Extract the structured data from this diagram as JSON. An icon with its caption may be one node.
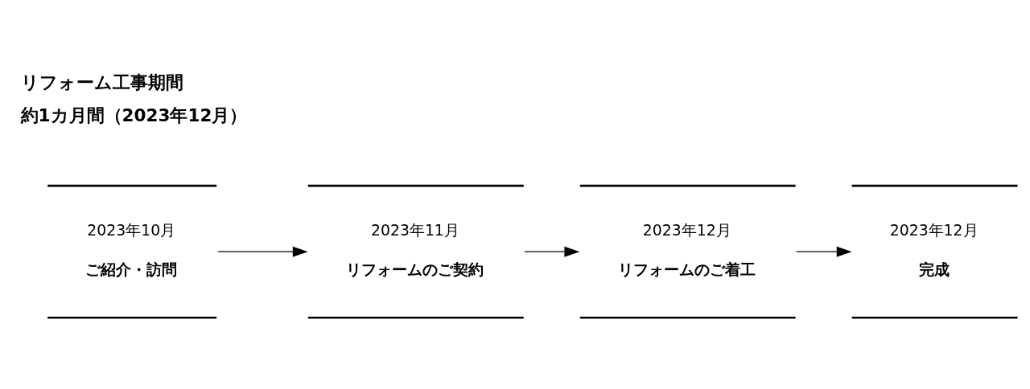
{
  "diagram": {
    "title": "リフォーム工事期間",
    "nodes": [
      {
        "text": [
          "2023年10月",
          "ご紹介・訪問"
        ]
      },
      {
        "text": [
          "2023年11月",
          "リフォームのご契約"
        ]
      },
      {
        "text": [
          "2023年12月",
          "リフォームのご着工"
        ]
      },
      {
        "text": [
          "2023年12月",
          "完成"
        ]
      }
    ],
    "edges": [
      {
        "from": 0,
        "to": 1,
        "arrow": "to"
      },
      {
        "from": 1,
        "to": 2,
        "arrow": "to"
      },
      {
        "from": 2,
        "to": 3,
        "arrow": "to"
      }
    ],
    "labels": [
      "約1カ月間（2023年12月）"
    ]
  }
}
